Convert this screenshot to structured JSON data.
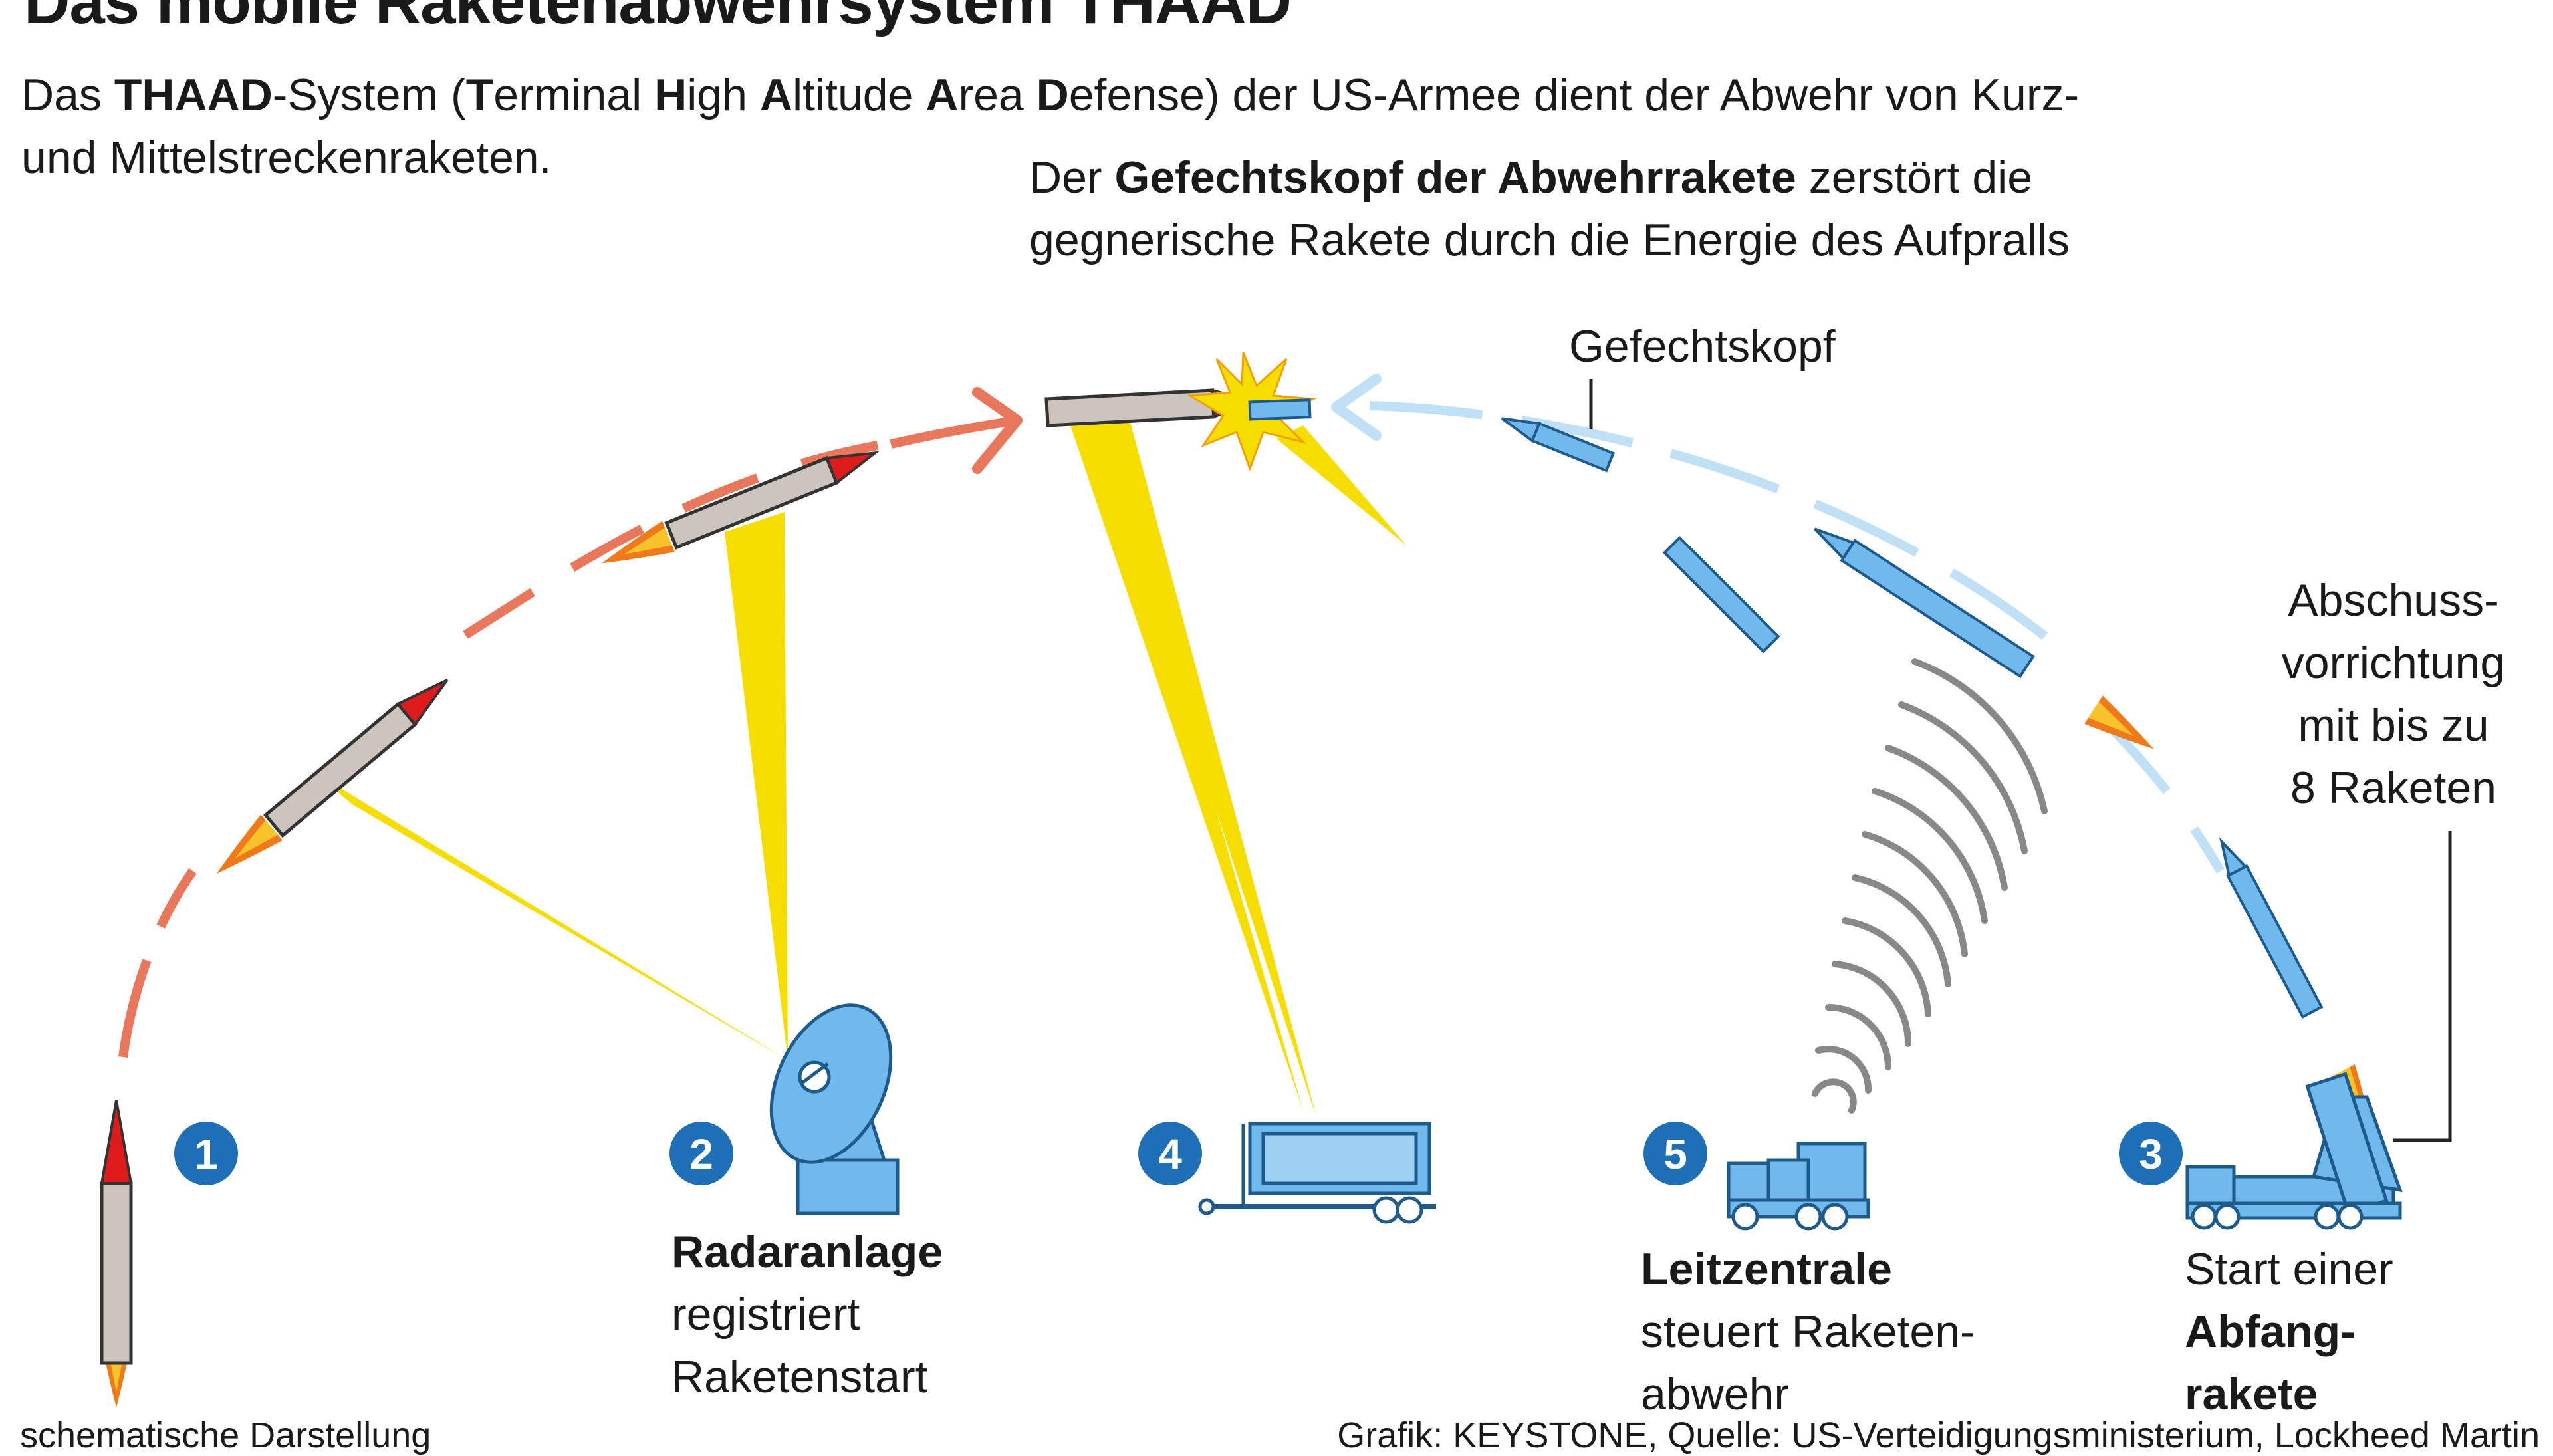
{
  "title": "Das mobile Raketenabwehrsystem THAAD",
  "intro": {
    "p1": "Das ",
    "b1": "THAAD",
    "p2": "-System (",
    "b2": "T",
    "p3": "erminal ",
    "b3": "H",
    "p4": "igh ",
    "b4": "A",
    "p5": "ltitude ",
    "b5": "A",
    "p6": "rea ",
    "b6": "D",
    "p7": "efense) der US-Armee dient der Abwehr von Kurz-",
    "line2": "und Mittelstreckenraketen."
  },
  "headline": {
    "p1": "Der ",
    "b1": "Gefechtskopf der Abwehrrakete",
    "p2": " zerstört die",
    "line2": "gegnerische Rakete durch die Energie des Aufpralls"
  },
  "labels": {
    "gefechtskopf": "Gefechtskopf",
    "launcher": [
      "Abschuss-",
      "vorrichtung",
      "mit bis zu",
      "8 Raketen"
    ],
    "radar_bold": "Radaranlage",
    "radar": [
      "registriert",
      "Raketenstart"
    ],
    "control_bold": "Leitzentrale",
    "control": [
      "steuert Raketen-",
      "abwehr"
    ],
    "start": "Start einer",
    "start_bold": [
      "Abfang-",
      "rakete"
    ]
  },
  "markers": [
    "1",
    "2",
    "4",
    "5",
    "3"
  ],
  "footer": {
    "left": "schematische Darstellung",
    "right": "Grafik: KEYSTONE, Quelle: US-Verteidigungsministerium, Lockheed Martin"
  },
  "colors": {
    "enemy_path": "#e8775c",
    "interceptor_path": "#bfe0f5",
    "radar_beam": "#f6dd00",
    "equipment": "#6fb9ec",
    "marker": "#1e6fb5",
    "missile_body": "#cdc5bd",
    "nose": "#e01b1b"
  },
  "icons": [
    "enemy-missile-icon",
    "radar-dish-icon",
    "radar-unit-icon",
    "control-truck-icon",
    "launcher-truck-icon",
    "interceptor-icon",
    "explosion-icon",
    "signal-waves-icon"
  ]
}
